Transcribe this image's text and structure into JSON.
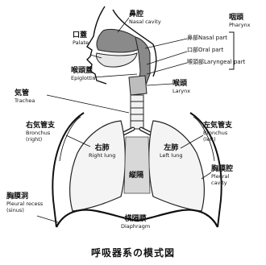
{
  "labels": {
    "nasal_cavity": {
      "jp": "鼻腔",
      "en": "Nasal cavity"
    },
    "palate": {
      "jp": "口蓋",
      "en": "Palate"
    },
    "epiglottis": {
      "jp": "喉頭蓋",
      "en": "Epiglottis"
    },
    "pharynx": {
      "jp": "咽頭",
      "en": "Pharynx"
    },
    "nasal_part": "鼻部Nasal part",
    "oral_part": "口部Oral part",
    "laryngeal_part": "喉頭部Laryngeal part",
    "larynx": {
      "jp": "喉頭",
      "en": "Larynx"
    },
    "trachea": {
      "jp": "気管",
      "en": "Trachea"
    },
    "bronchus_right": {
      "jp": "右気管支",
      "en1": "Bronchus",
      "en2": "(right)"
    },
    "bronchus_left": {
      "jp": "左気管支",
      "en1": "Bronchus",
      "en2": "(left)"
    },
    "right_lung": {
      "jp": "右肺",
      "en": "Right lung"
    },
    "left_lung": {
      "jp": "左肺",
      "en": "Left lung"
    },
    "mediastinum": {
      "jp": "縦隔"
    },
    "pleural_cavity": {
      "jp": "胸膜腔",
      "en1": "Pleural",
      "en2": "cavity"
    },
    "pleural_recess": {
      "jp": "胸膜洞",
      "en1": "Pleural recess",
      "en2": "(sinus)"
    },
    "diaphragm": {
      "jp": "横隔膜",
      "en": "Diaphragm"
    }
  },
  "caption": "呼吸器系の模式図"
}
